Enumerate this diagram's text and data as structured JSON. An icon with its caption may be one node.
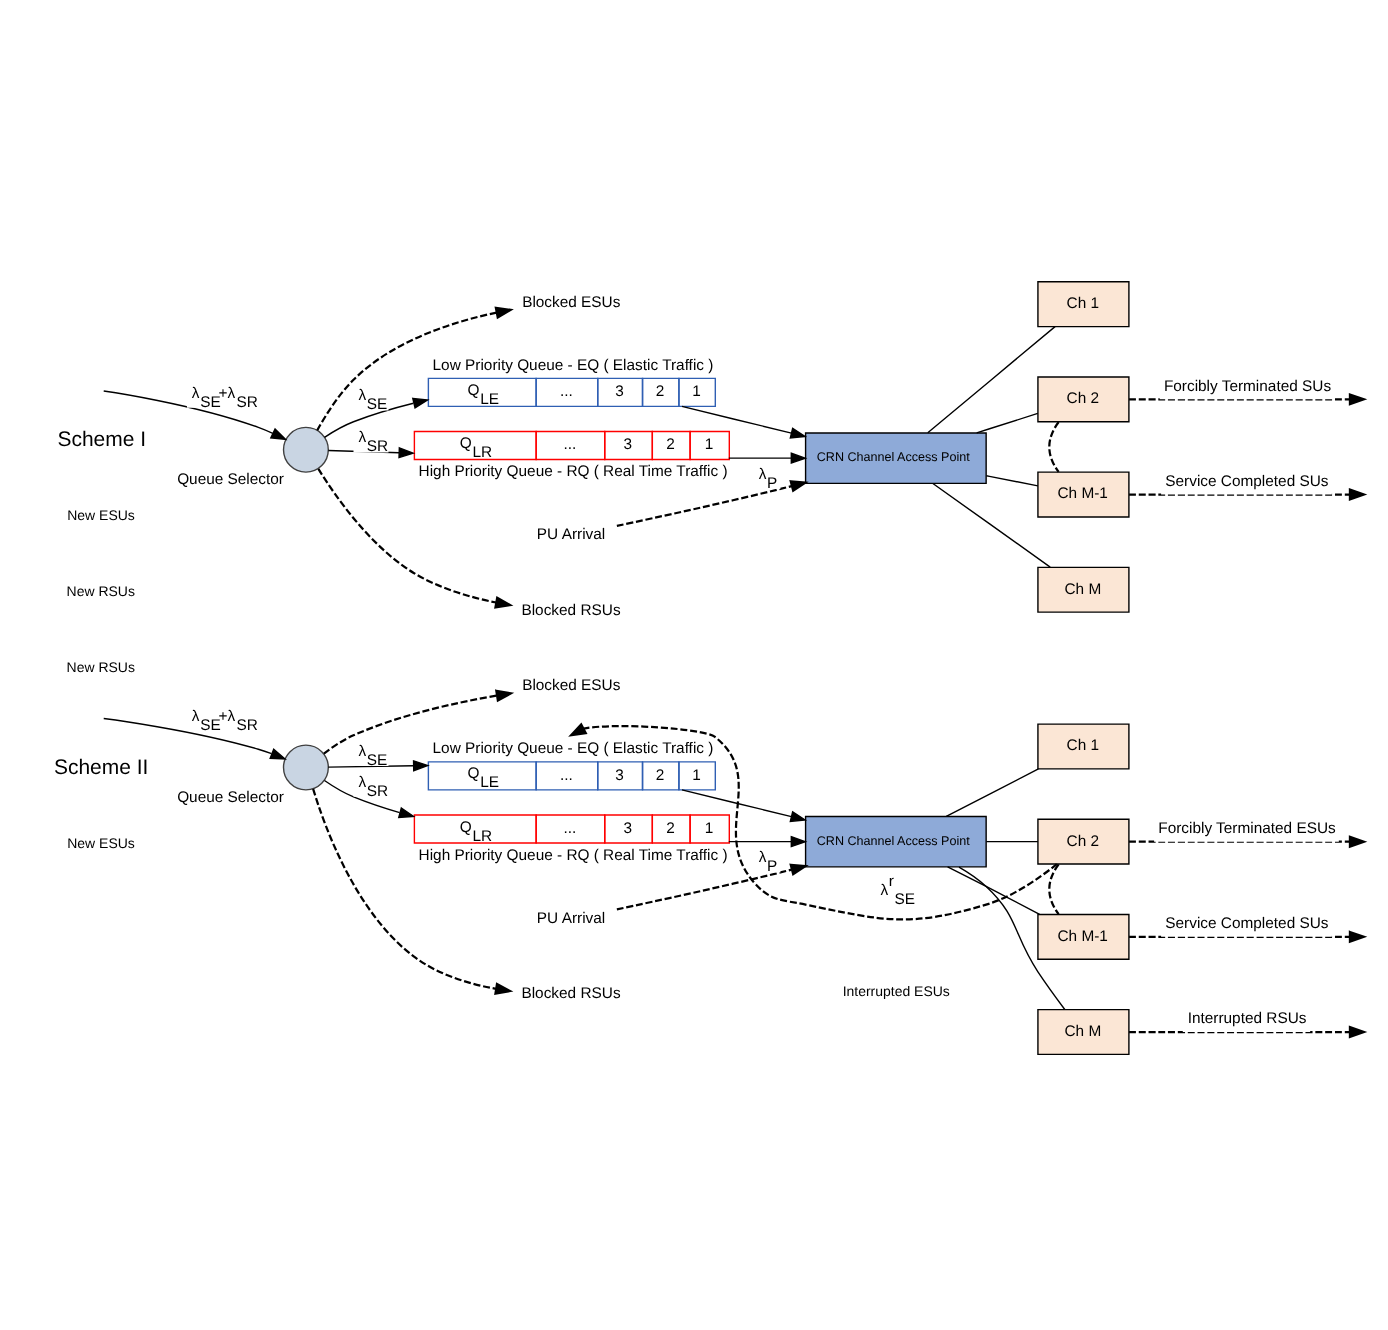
{
  "diagram": {
    "nodes": [
      {
        "text": [],
        "shape": "circle",
        "beside": [
          "Queue Selector"
        ]
      },
      {
        "text": [
          "Blocked ESUs"
        ]
      },
      {
        "text": [
          "Low Priority Queue - EQ ( Elastic Traffic )",
          "Q$_{LE}$",
          "...",
          "3",
          "2",
          "1"
        ]
      },
      {
        "text": [
          "High Priority Queue - RQ ( Real Time Traffic )",
          "Q$_{LR}$",
          "...",
          "3",
          "2",
          "1"
        ]
      },
      {
        "text": [
          "Blocked RSUs"
        ]
      },
      {
        "text": [
          "PU Arrival"
        ]
      },
      {
        "text": [
          "CRN Channel Access Point"
        ]
      },
      {
        "text": [
          "Ch 1"
        ]
      },
      {
        "text": [
          "Ch 2"
        ]
      },
      {
        "text": [
          "Ch M-1"
        ]
      },
      {
        "text": [
          "Ch M"
        ]
      },
      {
        "text": [],
        "shape": "circle",
        "beside": [
          "Queue Selector"
        ]
      },
      {
        "text": [
          "Blocked ESUs"
        ]
      },
      {
        "text": [
          "Low Priority Queue - EQ ( Elastic Traffic )",
          "Q$_{LE}$",
          "...",
          "3",
          "2",
          "1"
        ]
      },
      {
        "text": [
          "High Priority Queue - RQ ( Real Time Traffic )",
          "Q$_{LR}$",
          "...",
          "3",
          "2",
          "1"
        ]
      },
      {
        "text": [
          "Blocked RSUs"
        ]
      },
      {
        "text": [
          "PU Arrival"
        ]
      },
      {
        "text": [
          "CRN Channel Access Point"
        ]
      },
      {
        "text": [
          "Ch 1"
        ]
      },
      {
        "text": [
          "Ch 2"
        ]
      },
      {
        "text": [
          "Ch M-1"
        ]
      },
      {
        "text": [
          "Ch M"
        ]
      }
    ],
    "edges": [
      {
        "from": null,
        "to": 0,
        "arrow": "to",
        "label": "λ$_{SE}$+λ$_{SR}$"
      },
      {
        "from": 0,
        "to": 2,
        "arrow": "to",
        "label": "λ$_{SE}$"
      },
      {
        "from": 0,
        "to": 1,
        "arrow": "to",
        "style": "dashed"
      },
      {
        "from": 0,
        "to": 3,
        "arrow": "to",
        "label": "λ$_{SR}$"
      },
      {
        "from": 0,
        "to": 4,
        "arrow": "to",
        "style": "dashed"
      },
      {
        "from": 2,
        "to": 6,
        "arrow": "to"
      },
      {
        "from": 3,
        "to": 6,
        "arrow": "to"
      },
      {
        "from": 5,
        "to": 6,
        "arrow": "to",
        "style": "dashed",
        "label": "λ$_{P}$"
      },
      {
        "from": 6,
        "to": 7,
        "arrow": "none"
      },
      {
        "from": 6,
        "to": 8,
        "arrow": "none"
      },
      {
        "from": 6,
        "to": 9,
        "arrow": "none"
      },
      {
        "from": 6,
        "to": 10,
        "arrow": "none"
      },
      {
        "from": 8,
        "to": 9,
        "arrow": "none",
        "style": "dashed"
      },
      {
        "from": 8,
        "to": null,
        "arrow": "to",
        "style": "dashed",
        "label": "Forcibly Terminated SUs"
      },
      {
        "from": 9,
        "to": null,
        "arrow": "to",
        "style": "dashed",
        "label": "Service Completed SUs"
      },
      {
        "from": null,
        "to": 11,
        "arrow": "to",
        "label": "λ$_{SE}$+λ$_{SR}$"
      },
      {
        "from": 11,
        "to": 13,
        "arrow": "to",
        "label": "λ$_{SE}$"
      },
      {
        "from": 11,
        "to": 12,
        "arrow": "to",
        "style": "dashed"
      },
      {
        "from": 11,
        "to": 14,
        "arrow": "to",
        "label": "λ$_{SR}$"
      },
      {
        "from": 11,
        "to": 15,
        "arrow": "to",
        "style": "dashed"
      },
      {
        "from": 13,
        "to": 17,
        "arrow": "to"
      },
      {
        "from": 14,
        "to": 17,
        "arrow": "to"
      },
      {
        "from": 16,
        "to": 17,
        "arrow": "to",
        "style": "dashed",
        "label": "λ$_{P}$"
      },
      {
        "from": 17,
        "to": 18,
        "arrow": "none"
      },
      {
        "from": 17,
        "to": 19,
        "arrow": "none"
      },
      {
        "from": 17,
        "to": 20,
        "arrow": "none"
      },
      {
        "from": 17,
        "to": 21,
        "arrow": "none"
      },
      {
        "from": 19,
        "to": 20,
        "arrow": "none",
        "style": "dashed"
      },
      {
        "from": 19,
        "to": 13,
        "arrow": "to",
        "style": "dashed",
        "label": "λ$^{r}$$_{SE}$"
      },
      {
        "from": 19,
        "to": null,
        "arrow": "to",
        "style": "dashed",
        "label": "Forcibly Terminated ESUs"
      },
      {
        "from": 20,
        "to": null,
        "arrow": "to",
        "style": "dashed",
        "label": "Service Completed SUs"
      },
      {
        "from": 21,
        "to": null,
        "arrow": "to",
        "style": "dashed",
        "label": "Interrupted RSUs"
      }
    ],
    "labels": [
      "Scheme I",
      "New ESUs",
      "New RSUs",
      "Scheme II",
      "Interrupted ESUs",
      "New ESUs",
      "New RSUs"
    ]
  }
}
